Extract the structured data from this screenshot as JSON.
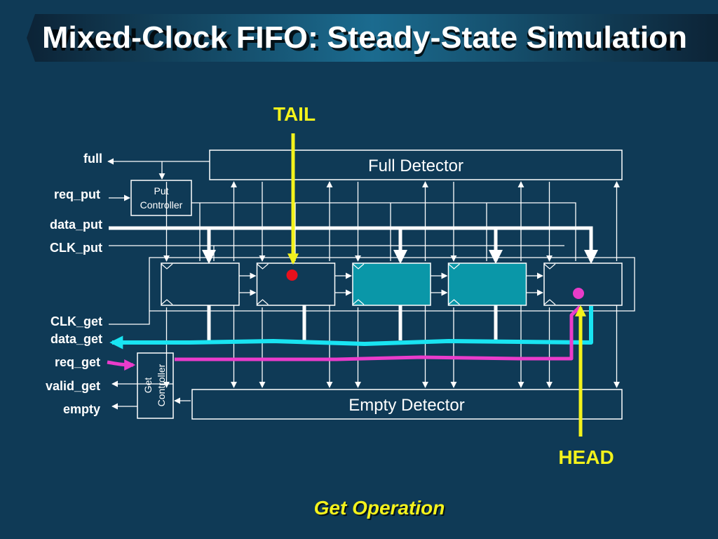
{
  "title": "Mixed-Clock FIFO: Steady-State Simulation",
  "caption": "Get Operation",
  "pointers": {
    "tail": "TAIL",
    "head": "HEAD"
  },
  "blocks": {
    "full_detector": "Full Detector",
    "empty_detector": "Empty Detector",
    "put_controller": [
      "Put",
      "Controller"
    ],
    "get_controller": [
      "Get",
      "Controller"
    ]
  },
  "signals": {
    "full": "full",
    "req_put": "req_put",
    "data_put": "data_put",
    "clk_put": "CLK_put",
    "clk_get": "CLK_get",
    "data_get": "data_get",
    "req_get": "req_get",
    "valid_get": "valid_get",
    "empty": "empty"
  },
  "cells": [
    {
      "state": "empty"
    },
    {
      "state": "empty",
      "marker": "tail"
    },
    {
      "state": "full"
    },
    {
      "state": "full"
    },
    {
      "state": "empty",
      "marker": "head"
    }
  ],
  "colors": {
    "background": "#0f3a56",
    "title_text": "#ffffff",
    "tail_arrow": "#f3f21c",
    "tail_dot": "#e8101c",
    "head_dot": "#e83cc8",
    "full_cell": "#0a97a8",
    "data_get_path": "#19e4f2",
    "req_get_path": "#ea3ccb",
    "caption_text": "#f3f21c"
  }
}
